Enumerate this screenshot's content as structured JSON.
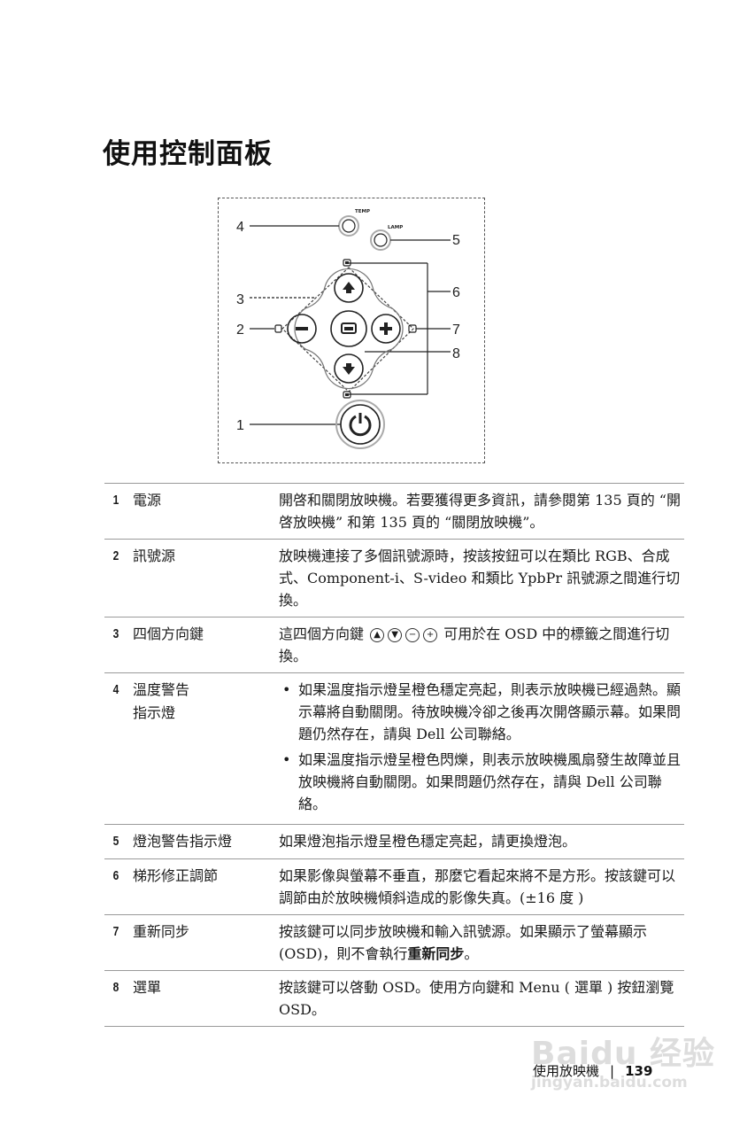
{
  "page": {
    "title": "使用控制面板",
    "footer": {
      "section": "使用放映機",
      "separator": "|",
      "page_number": "139"
    },
    "watermark": {
      "brand": "Baidu 经验",
      "url": "jingyan.baidu.com"
    }
  },
  "diagram": {
    "labels": {
      "temp": "TEMP",
      "lamp": "LAMP",
      "callouts": [
        "1",
        "2",
        "3",
        "4",
        "5",
        "6",
        "7",
        "8"
      ]
    }
  },
  "table": {
    "rows": [
      {
        "num": "1",
        "name": "電源",
        "desc": [
          "開啓和關閉放映機。若要獲得更多資訊，請參閱第 135 頁的 “開啓放映機” 和第 135 頁的 “關閉放映機”。"
        ]
      },
      {
        "num": "2",
        "name": "訊號源",
        "desc": [
          "放映機連接了多個訊號源時，按該按鈕可以在類比 RGB、合成式、Component-i、S-video 和類比 YpbPr 訊號源之間進行切換。"
        ]
      },
      {
        "num": "3",
        "name": "四個方向鍵",
        "desc_pre": "這四個方向鍵",
        "desc_post": "可用於在 OSD 中的標籤之間進行切換。",
        "icons": [
          "▲",
          "▼",
          "−",
          "+"
        ]
      },
      {
        "num": "4",
        "name": "溫度警告指示燈",
        "name_lines": [
          "溫度警告",
          "指示燈"
        ],
        "bullets": [
          "如果溫度指示燈呈橙色穩定亮起，則表示放映機已經過熱。顯示幕將自動關閉。待放映機冷卻之後再次開啓顯示幕。如果問題仍然存在，請與 Dell 公司聯絡。",
          "如果溫度指示燈呈橙色閃爍，則表示放映機風扇發生故障並且放映機將自動關閉。如果問題仍然存在，請與 Dell 公司聯絡。"
        ]
      },
      {
        "num": "5",
        "name": "燈泡警告指示燈",
        "desc": [
          "如果燈泡指示燈呈橙色穩定亮起，請更換燈泡。"
        ]
      },
      {
        "num": "6",
        "name": "梯形修正調節",
        "desc": [
          "如果影像與螢幕不垂直，那麼它看起來將不是方形。按該鍵可以調節由於放映機傾斜造成的影像失真。(±16 度 )"
        ]
      },
      {
        "num": "7",
        "name": "重新同步",
        "desc_pre": "按該鍵可以同步放映機和輸入訊號源。如果顯示了螢幕顯示 (OSD)，則不會執行",
        "desc_bold": "重新同步",
        "desc_post": "。"
      },
      {
        "num": "8",
        "name": "選單",
        "desc": [
          "按該鍵可以啓動 OSD。使用方向鍵和 Menu ( 選單 ) 按鈕瀏覽 OSD。"
        ]
      }
    ]
  }
}
